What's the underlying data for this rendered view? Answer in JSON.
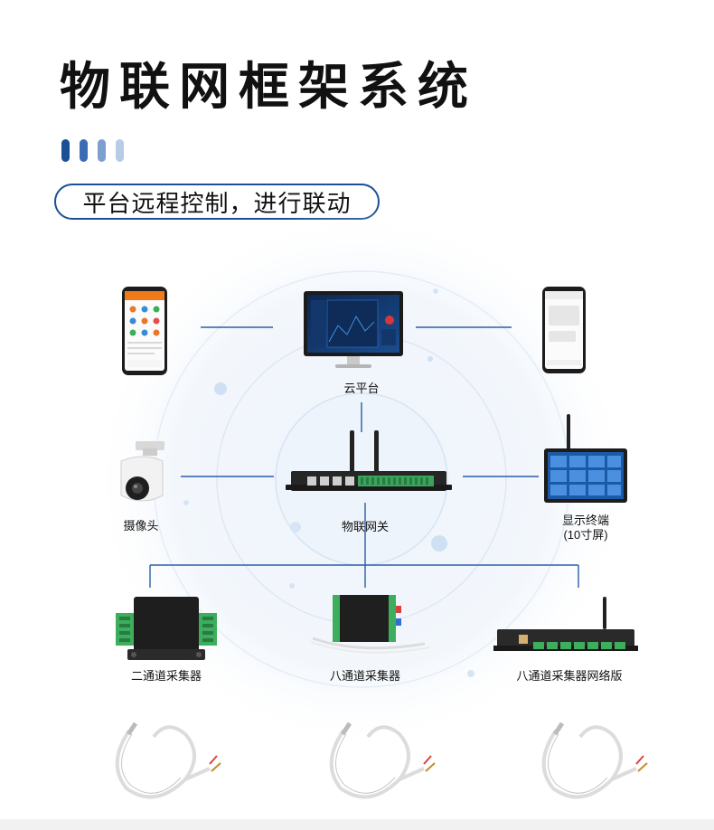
{
  "title": "物联网框架系统",
  "subtitle": "平台远程控制，进行联动",
  "accent_dots": [
    "#1c4f96",
    "#3b6db5",
    "#7d9fcf",
    "#b7cbe7"
  ],
  "nodes": {
    "cloud": "云平台",
    "camera": "摄像头",
    "gateway": "物联网关",
    "display": "显示终端",
    "display_size": "(10寸屏)",
    "collector2": "二通道采集器",
    "collector8": "八通道采集器",
    "collector8_net": "八通道采集器网络版"
  },
  "icons": [
    "phone-app-icon",
    "monitor-icon",
    "phone-sms-icon",
    "dome-camera-icon",
    "gateway-device-icon",
    "touch-display-icon",
    "collector-2ch-icon",
    "collector-8ch-icon",
    "collector-8ch-net-icon",
    "temperature-probe-icon"
  ]
}
